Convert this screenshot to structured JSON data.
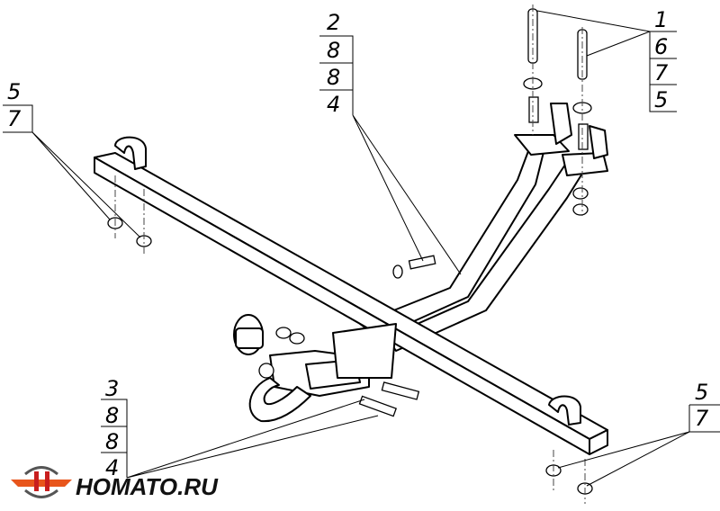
{
  "callouts": {
    "top_right": [
      "1",
      "6",
      "7",
      "5"
    ],
    "top_middle": [
      "2",
      "8",
      "8",
      "4"
    ],
    "left": [
      "5",
      "7"
    ],
    "bottom_left": [
      "3",
      "8",
      "8",
      "4"
    ],
    "bottom_right": [
      "5",
      "7"
    ]
  },
  "logo": {
    "text": "HOMATO.RU",
    "colors": {
      "orange": "#e8561c",
      "red": "#c81e1e",
      "grey": "#555555"
    }
  }
}
